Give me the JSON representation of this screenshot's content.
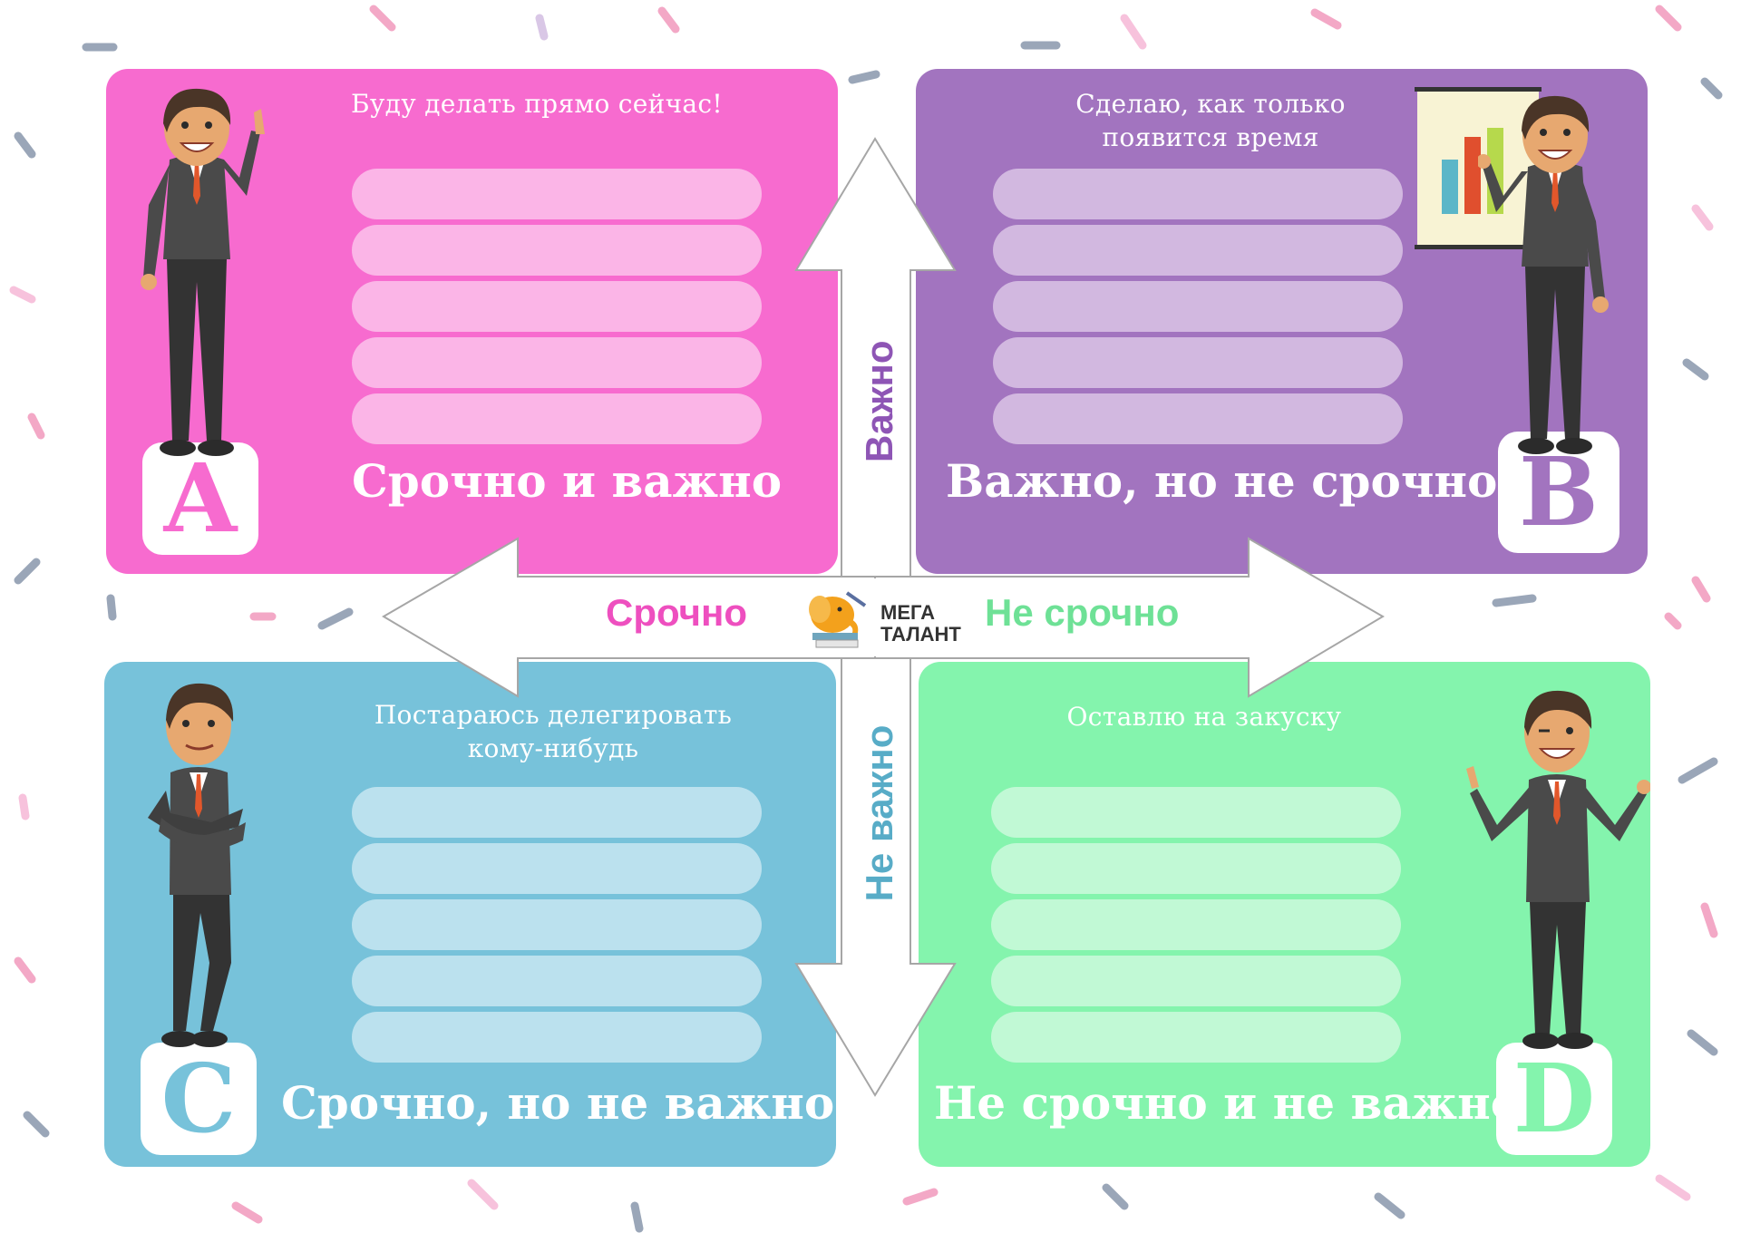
{
  "colors": {
    "pink": "#f76bcf",
    "purple": "#a274bf",
    "blue": "#77c2da",
    "green": "#84f4ad",
    "label_urgent": "#ee4fbf",
    "label_not_urgent": "#6ee196",
    "label_important": "#8e55b5",
    "label_not_important": "#58acc7"
  },
  "quadrants": {
    "a": {
      "subtitle": "Буду делать прямо сейчас!",
      "heading": "Срочно и важно",
      "letter": "A",
      "line_count": 5
    },
    "b": {
      "subtitle_line1": "Сделаю, как только",
      "subtitle_line2": "появится время",
      "heading": "Важно, но не срочно",
      "letter": "B",
      "line_count": 5
    },
    "c": {
      "subtitle_line1": "Постараюсь делегировать",
      "subtitle_line2": "кому-нибудь",
      "heading": "Срочно, но не важно",
      "letter": "C",
      "line_count": 5
    },
    "d": {
      "subtitle": "Оставлю на закуску",
      "heading": "Не срочно и не важно",
      "letter": "D",
      "line_count": 5
    }
  },
  "axes": {
    "urgent": "Срочно",
    "not_urgent": "Не срочно",
    "important": "Важно",
    "not_important": "Не важно"
  },
  "logo": {
    "line1": "МЕГА",
    "line2": "ТАЛАНТ"
  },
  "icons": [
    "elephant-logo-icon",
    "person-pointing-icon",
    "person-presenting-icon",
    "person-arms-crossed-icon",
    "person-winking-icon",
    "chart-board-icon"
  ]
}
